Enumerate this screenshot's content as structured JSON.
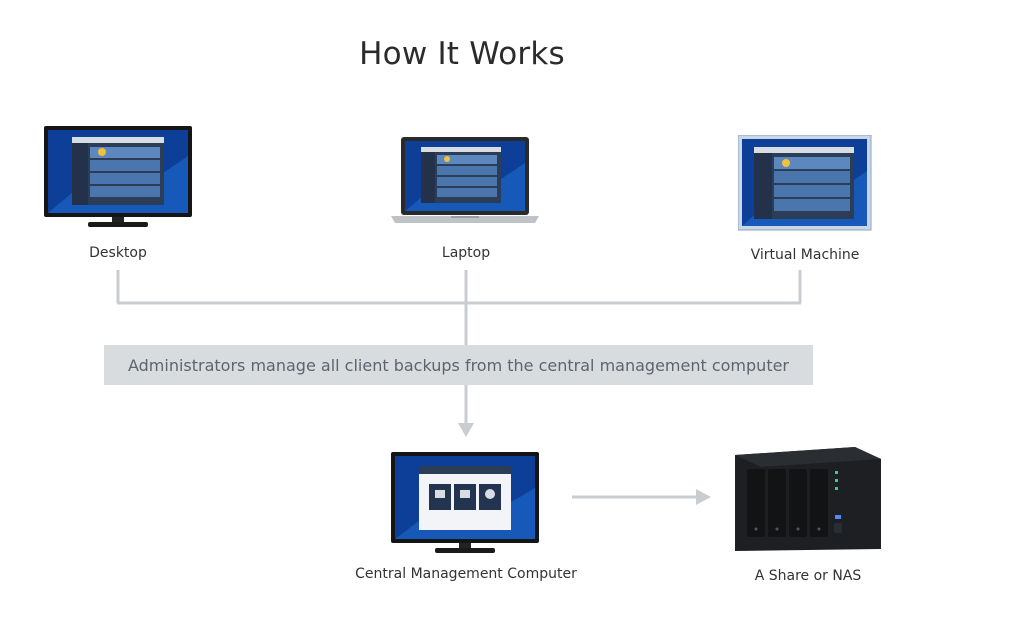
{
  "title": "How It Works",
  "devices": {
    "desktop": {
      "label": "Desktop"
    },
    "laptop": {
      "label": "Laptop"
    },
    "vm": {
      "label": "Virtual Machine"
    },
    "central": {
      "label": "Central Management Computer"
    },
    "nas": {
      "label": "A Share or NAS"
    }
  },
  "banner_text": "Administrators manage all client backups from the central management computer",
  "colors": {
    "connector": "#c9ccd1",
    "banner_bg": "#d9dcdf",
    "screen_blue": "#0b3a8f",
    "nas_body": "#1d1f22"
  }
}
